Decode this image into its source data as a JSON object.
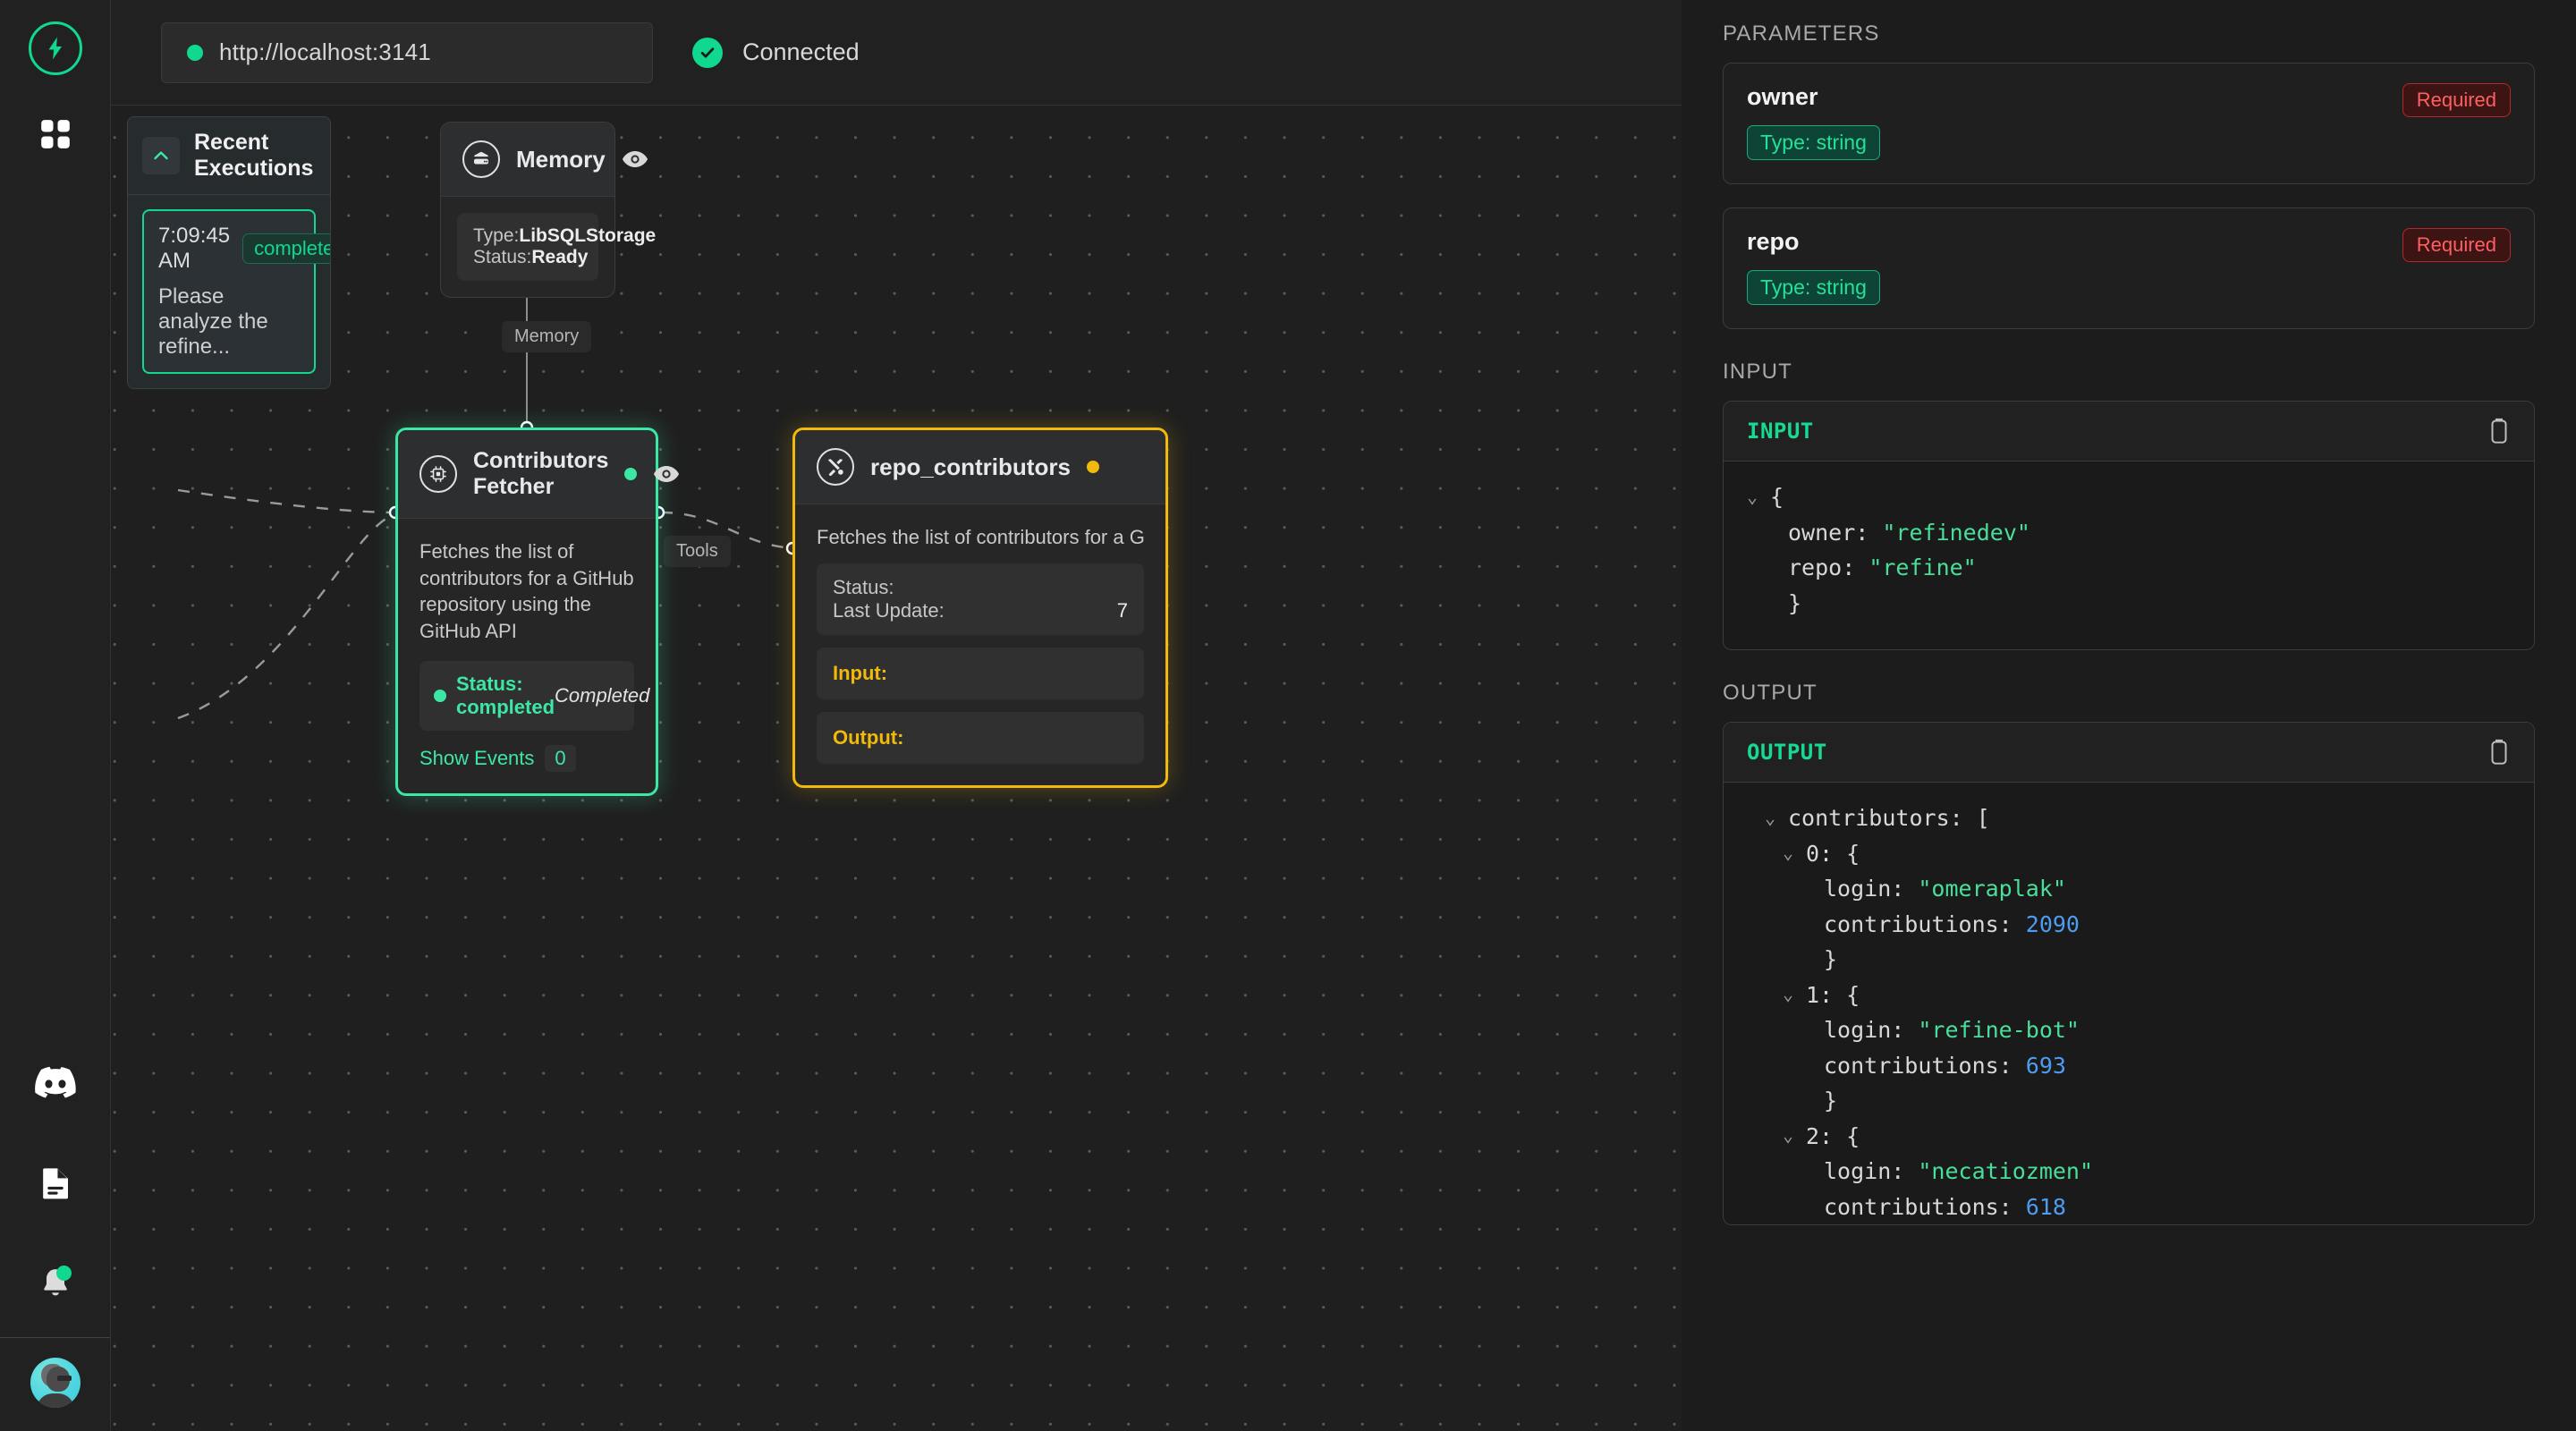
{
  "app": {
    "brand_icon": "lightning-bolt-icon",
    "accent": "#10d88f",
    "warning": "#f0b90b",
    "danger": "#ff5f5f"
  },
  "rail": {
    "items": [
      {
        "name": "apps-grid-icon",
        "label": "Apps"
      },
      {
        "name": "discord-icon",
        "label": "Discord"
      },
      {
        "name": "docs-icon",
        "label": "Docs"
      },
      {
        "name": "notifications-bell-icon",
        "label": "Notifications",
        "has_badge": true
      },
      {
        "name": "user-avatar",
        "label": "Account"
      }
    ]
  },
  "topbar": {
    "url": "http://localhost:3141",
    "status_text": "Connected",
    "status_icon": "check-circle-icon"
  },
  "executions": {
    "title": "Recent Executions",
    "collapse_icon": "chevron-up-icon",
    "items": [
      {
        "time": "7:09:45 AM",
        "status": "completed",
        "message": "Please analyze the refine..."
      }
    ]
  },
  "canvas": {
    "edge_labels": [
      "Memory",
      "Tools"
    ],
    "nodes": [
      {
        "id": "memory",
        "icon": "database-icon",
        "title": "Memory",
        "eye_icon": "eye-icon",
        "rows": [
          {
            "key": "Type:",
            "value": "LibSQLStorage"
          },
          {
            "key": "Status:",
            "value": "Ready"
          }
        ]
      },
      {
        "id": "contributors-fetcher",
        "icon": "chip-icon",
        "title": "Contributors Fetcher",
        "eye_icon": "eye-icon",
        "state_color": "#3ce7a5",
        "description": "Fetches the list of contributors for a GitHub repository using the GitHub API",
        "status_label": "Status: completed",
        "status_value": "Completed",
        "show_events_label": "Show Events",
        "show_events_count": "0"
      },
      {
        "id": "repo-contributors",
        "icon": "tools-icon",
        "title": "repo_contributors",
        "state_color": "#f0b90b",
        "description": "Fetches the list of contributors for a Git",
        "rows": [
          {
            "key": "Status:",
            "value": ""
          },
          {
            "key": "Last Update:",
            "value": "7"
          }
        ],
        "input_label": "Input:",
        "output_label": "Output:"
      }
    ]
  },
  "panel": {
    "parameters_label": "PARAMETERS",
    "parameters": [
      {
        "name": "owner",
        "badge": "Required",
        "type": "Type: string"
      },
      {
        "name": "repo",
        "badge": "Required",
        "type": "Type: string"
      }
    ],
    "input_label": "INPUT",
    "input_card_label": "INPUT",
    "input_copy_icon": "copy-icon",
    "input_json": [
      {
        "indent": 0,
        "chev": "v",
        "text": "{"
      },
      {
        "indent": 1,
        "chev": "",
        "key": "owner: ",
        "str": "\"refinedev\""
      },
      {
        "indent": 1,
        "chev": "",
        "key": "repo: ",
        "str": "\"refine\""
      },
      {
        "indent": 1,
        "chev": "",
        "text": "}"
      }
    ],
    "output_label": "OUTPUT",
    "output_card_label": "OUTPUT",
    "output_copy_icon": "copy-icon",
    "output_json": [
      {
        "indent": 1,
        "chev": "v",
        "text": "contributors: ["
      },
      {
        "indent": 2,
        "chev": "v",
        "text": "0: {"
      },
      {
        "indent": 3,
        "chev": "",
        "key": "login: ",
        "str": "\"omeraplak\""
      },
      {
        "indent": 3,
        "chev": "",
        "key": "contributions: ",
        "num": "2090"
      },
      {
        "indent": 3,
        "chev": "",
        "text": "}"
      },
      {
        "indent": 2,
        "chev": "v",
        "text": "1: {"
      },
      {
        "indent": 3,
        "chev": "",
        "key": "login: ",
        "str": "\"refine-bot\""
      },
      {
        "indent": 3,
        "chev": "",
        "key": "contributions: ",
        "num": "693"
      },
      {
        "indent": 3,
        "chev": "",
        "text": "}"
      },
      {
        "indent": 2,
        "chev": "v",
        "text": "2: {"
      },
      {
        "indent": 3,
        "chev": "",
        "key": "login: ",
        "str": "\"necatiozmen\""
      },
      {
        "indent": 3,
        "chev": "",
        "key": "contributions: ",
        "num": "618"
      }
    ]
  }
}
